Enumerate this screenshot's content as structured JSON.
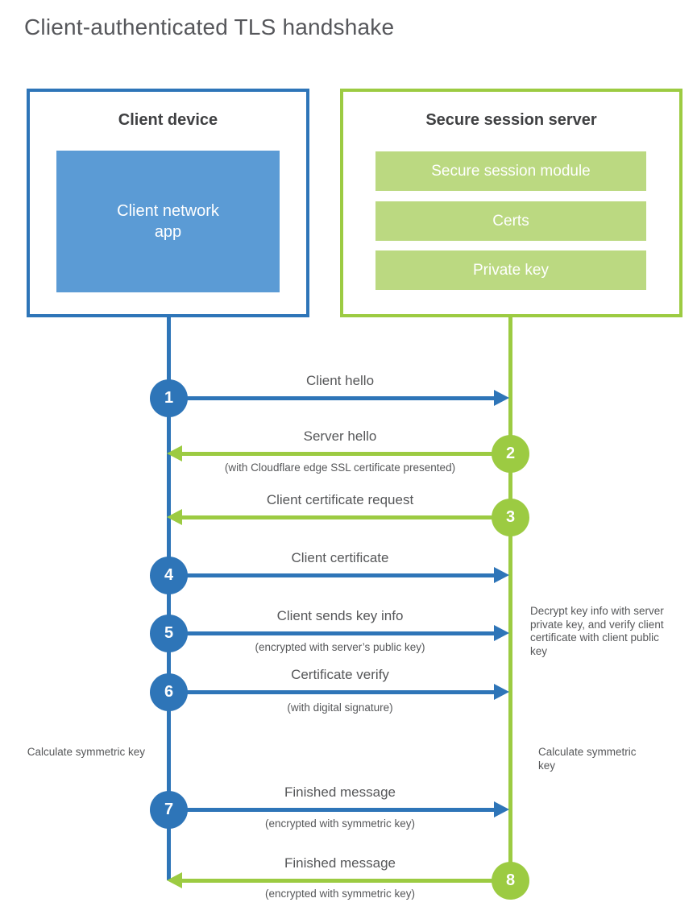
{
  "title": "Client-authenticated TLS handshake",
  "colors": {
    "blue": "#2E75B8",
    "blue_fill": "#5B9BD5",
    "green": "#9CCB42",
    "green_fill": "#BBD981",
    "heading_text": "#3F4042",
    "label_text": "#565759"
  },
  "client_box": {
    "title": "Client device",
    "module": "Client network app"
  },
  "server_box": {
    "title": "Secure session server",
    "modules": [
      "Secure session module",
      "Certs",
      "Private key"
    ]
  },
  "steps": [
    {
      "num": "1",
      "from": "client",
      "direction": "right",
      "label": "Client hello",
      "sublabel": ""
    },
    {
      "num": "2",
      "from": "server",
      "direction": "left",
      "label": "Server hello",
      "sublabel": "(with Cloudflare edge SSL certificate presented)"
    },
    {
      "num": "3",
      "from": "server",
      "direction": "left",
      "label": "Client certificate request",
      "sublabel": ""
    },
    {
      "num": "4",
      "from": "client",
      "direction": "right",
      "label": "Client certificate",
      "sublabel": ""
    },
    {
      "num": "5",
      "from": "client",
      "direction": "right",
      "label": "Client sends key info",
      "sublabel": "(encrypted with server’s public key)"
    },
    {
      "num": "6",
      "from": "client",
      "direction": "right",
      "label": "Certificate verify",
      "sublabel": "(with digital signature)"
    },
    {
      "num": "7",
      "from": "client",
      "direction": "right",
      "label": "Finished message",
      "sublabel": "(encrypted with symmetric key)"
    },
    {
      "num": "8",
      "from": "server",
      "direction": "left",
      "label": "Finished message",
      "sublabel": "(encrypted with symmetric key)"
    }
  ],
  "notes": {
    "decrypt": "Decrypt key info with server private key, and verify client certificate with client public key",
    "calc_left": "Calculate symmetric key",
    "calc_right": "Calculate symmetric key"
  }
}
